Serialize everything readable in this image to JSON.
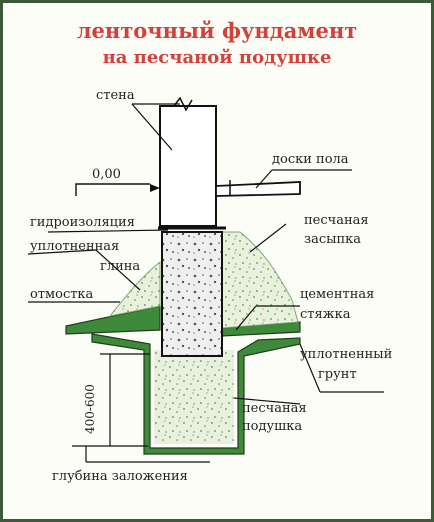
{
  "title": {
    "line1": "ленточный фундамент",
    "line2": "на песчаной подушке"
  },
  "labels": {
    "wall": "стена",
    "level": "0,00",
    "floor_boards": "доски пола",
    "waterproofing": "гидроизоляция",
    "sand_backfill_1": "песчаная",
    "sand_backfill_2": "засыпка",
    "compacted_clay_1": "уплотненная",
    "compacted_clay_2": "глина",
    "blind_area": "отмостка",
    "cement_screed_1": "цементная",
    "cement_screed_2": "стяжка",
    "compacted_soil_1": "уплотненный",
    "compacted_soil_2": "грунт",
    "depth_range": "400-600",
    "sand_cushion_1": "песчаная",
    "sand_cushion_2": "подушка",
    "foundation_depth": "глубина заложения"
  },
  "colors": {
    "title": "#d2413c",
    "frame": "#3c5a3a",
    "green": "#3f8a3a",
    "sand": "#e8eedc",
    "concrete": "#ececec"
  }
}
